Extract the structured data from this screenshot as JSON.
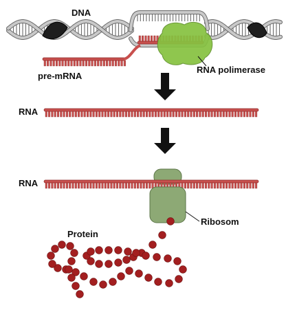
{
  "labels": {
    "dna": "DNA",
    "pre_mrna": "pre-mRNA",
    "rna_polymerase": "RNA polimerase",
    "rna_1": "RNA",
    "rna_2": "RNA",
    "ribosome": "Ribosom",
    "protein": "Protein"
  },
  "colors": {
    "rna_red": "#c8504e",
    "rna_dark": "#8e2a28",
    "dna_grey": "#c9c9c9",
    "dna_outline": "#6a6a6a",
    "dna_black": "#1e1e1e",
    "polymerase_green": "#86c240",
    "ribosome_green": "#8da975",
    "bead_red": "#a31f20",
    "arrow": "#111111"
  },
  "icons": {
    "flow_arrow_1": "down-arrow",
    "flow_arrow_2": "down-arrow"
  }
}
